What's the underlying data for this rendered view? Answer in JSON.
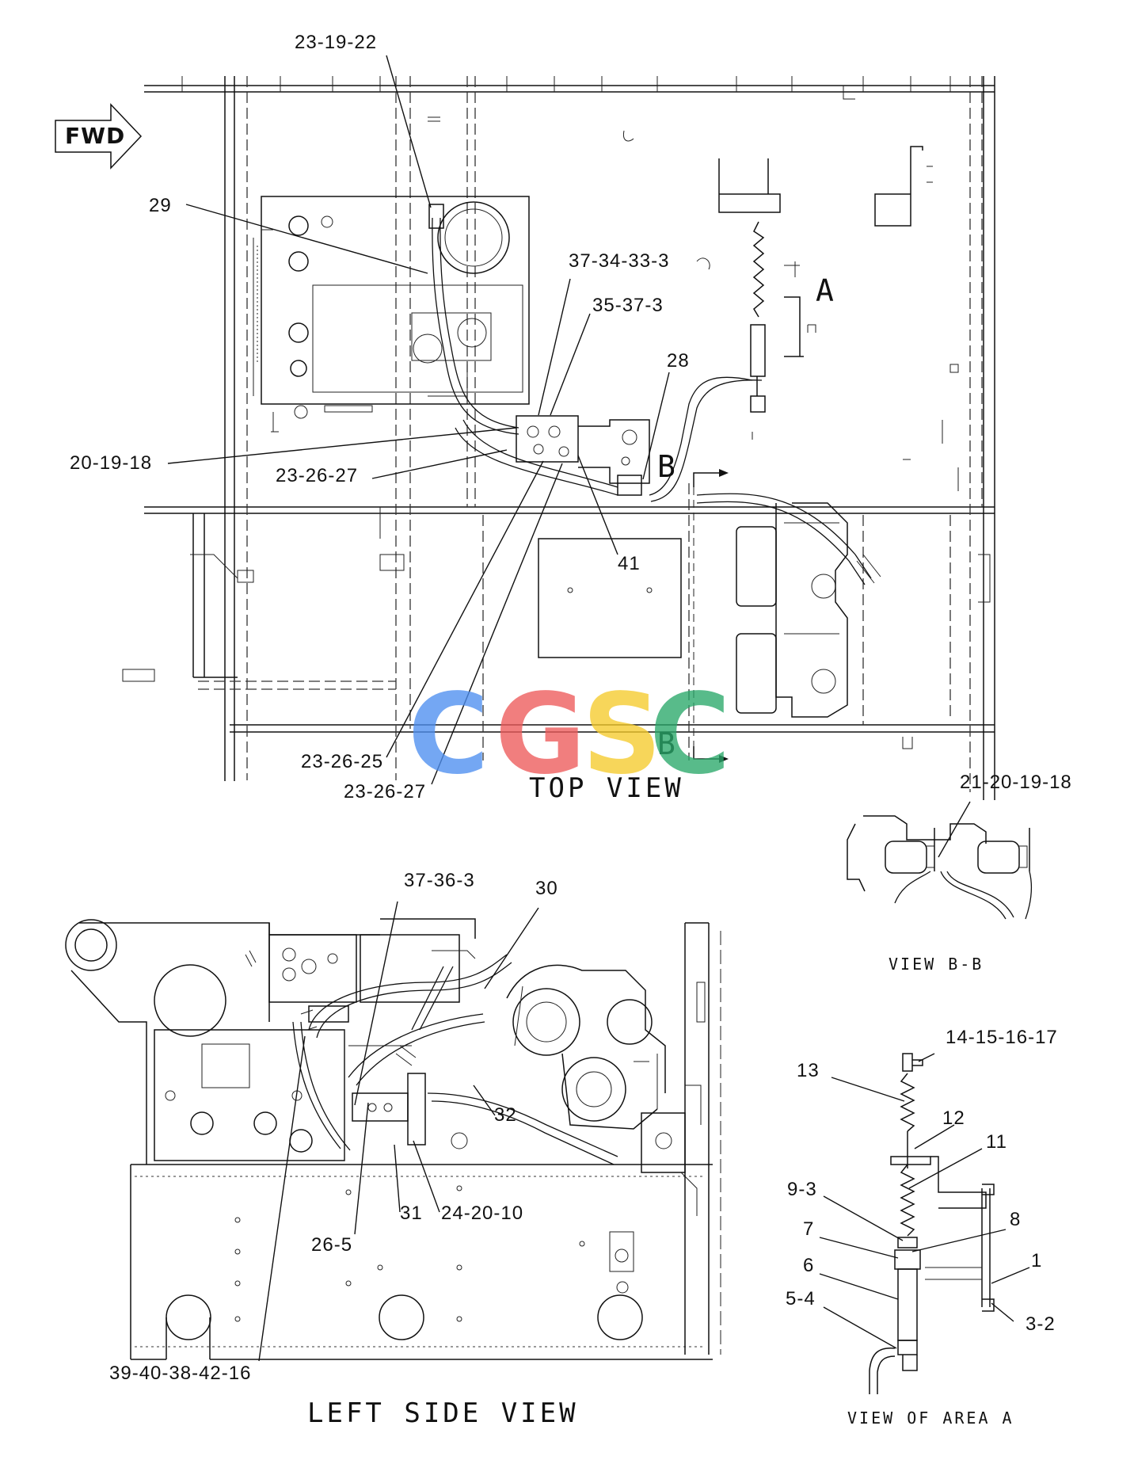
{
  "fwd_label": "FWD",
  "captions": {
    "top_view": "TOP VIEW",
    "view_bb": "VIEW B-B",
    "left_side_view": "LEFT SIDE VIEW",
    "view_area_a": "VIEW OF AREA A"
  },
  "section_markers": {
    "a": "A",
    "b_top": "B",
    "b_bottom": "B"
  },
  "watermark": {
    "letters": [
      "C",
      "G",
      "S",
      "C"
    ],
    "colors": [
      "#4e8ff0",
      "#ee5b5b",
      "#f6cb2c",
      "#2aa86a"
    ]
  },
  "callouts": {
    "c_23_19_22": "23-19-22",
    "c_29": "29",
    "c_37_34_33_3": "37-34-33-3",
    "c_35_37_3": "35-37-3",
    "c_28": "28",
    "c_20_19_18": "20-19-18",
    "c_23_26_27_a": "23-26-27",
    "c_41": "41",
    "c_23_26_25": "23-26-25",
    "c_23_26_27_b": "23-26-27",
    "c_21_20_19_18": "21-20-19-18",
    "c_37_36_3": "37-36-3",
    "c_30": "30",
    "c_32": "32",
    "c_31": "31",
    "c_24_20_10": "24-20-10",
    "c_26_5": "26-5",
    "c_39_40_38_42_16": "39-40-38-42-16",
    "c_14_15_16_17": "14-15-16-17",
    "c_13": "13",
    "c_12": "12",
    "c_11": "11",
    "c_9_3": "9-3",
    "c_8": "8",
    "c_7": "7",
    "c_1": "1",
    "c_6": "6",
    "c_5_4": "5-4",
    "c_3_2": "3-2"
  }
}
